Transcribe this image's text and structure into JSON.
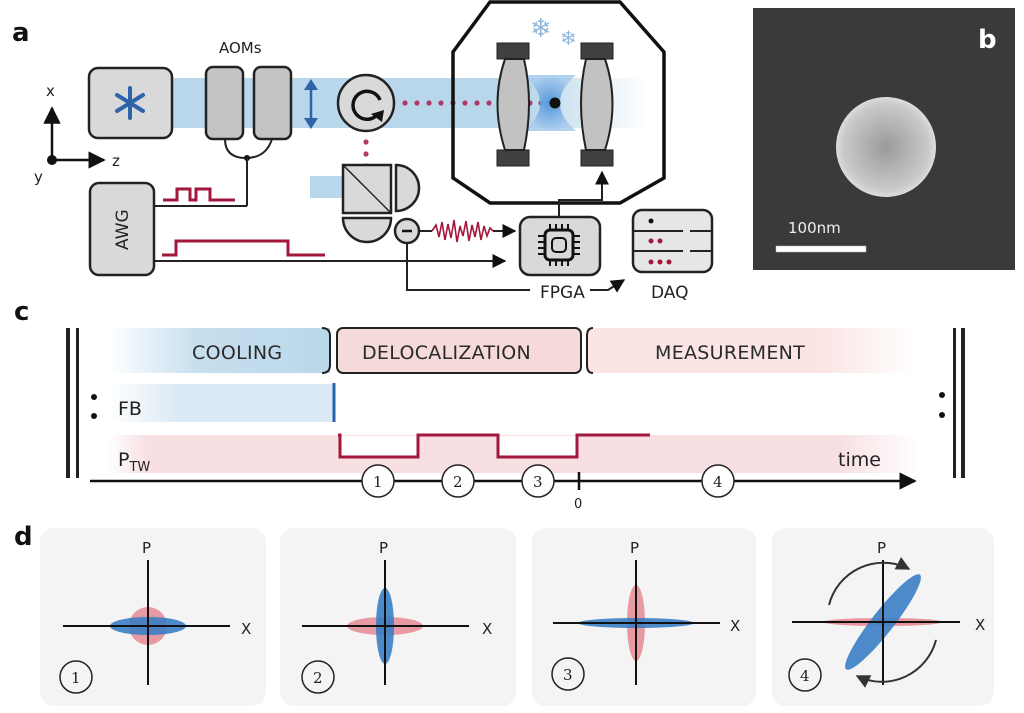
{
  "panels": {
    "a": {
      "letter": "a",
      "aoms_label": "AOMs",
      "awg_label": "AWG",
      "fpga_label": "FPGA",
      "daq_label": "DAQ",
      "coord_labels": {
        "x": "x",
        "y": "y",
        "z": "z"
      },
      "components": [
        "laser-source",
        "aom-1",
        "aom-2",
        "polarization-arrow",
        "circulator",
        "cryostat-chamber",
        "cavity-mirror-left",
        "cavity-mirror-right",
        "nanoparticle",
        "beam-splitter",
        "photodetector-1",
        "photodetector-2",
        "subtractor",
        "noise-signal",
        "fpga-chip",
        "daq-unit",
        "awg-box"
      ],
      "colors": {
        "beam": "#b9d7ea",
        "pulse": "#a3173d",
        "dotted_beam": "#b03a6a",
        "mirror_fill": "#c2c2c2",
        "component_fill": "#d9d9d9"
      }
    },
    "b": {
      "letter": "b",
      "scalebar_label": "100nm"
    },
    "c": {
      "letter": "c",
      "phases": [
        {
          "label": "COOLING",
          "color": "#b9d7ea"
        },
        {
          "label": "DELOCALIZATION",
          "color": "#f6dada"
        },
        {
          "label": "MEASUREMENT",
          "color": "#fbe4e4"
        }
      ],
      "signals": {
        "fb": "FB",
        "ptw_main": "P",
        "ptw_sub": "TW"
      },
      "time_label": "time",
      "zero_label": "0",
      "step_markers": [
        "1",
        "2",
        "3",
        "4"
      ],
      "fb_color": "#2d63a8",
      "ptw_color": "#a3173d"
    },
    "d": {
      "letter": "d",
      "subpanels": [
        {
          "marker": "1",
          "x_label": "X",
          "p_label": "P",
          "description": "red circle, blue squeezed horizontally"
        },
        {
          "marker": "2",
          "x_label": "X",
          "p_label": "P",
          "description": "red squeezed horizontally, blue squeezed vertically"
        },
        {
          "marker": "3",
          "x_label": "X",
          "p_label": "P",
          "description": "red squeezed vertically, blue strongly squeezed horizontally"
        },
        {
          "marker": "4",
          "x_label": "X",
          "p_label": "P",
          "description": "red strongly squeezed horizontally, blue rotated ellipse with rotation arrows"
        }
      ],
      "red_color": "#e58a93",
      "blue_color": "#3a7ec4"
    }
  }
}
